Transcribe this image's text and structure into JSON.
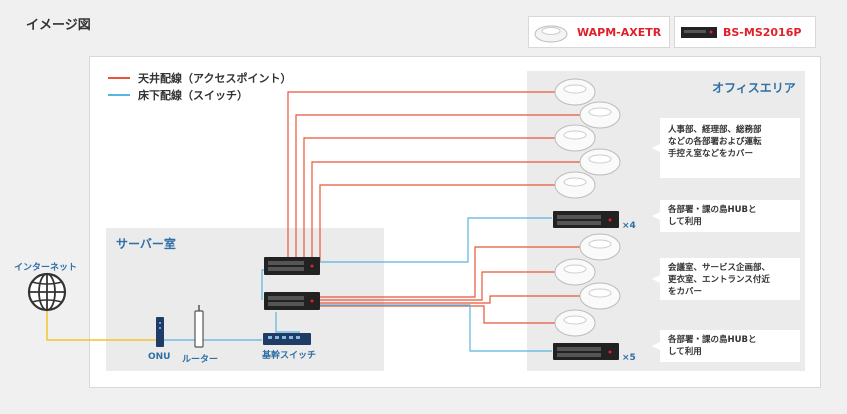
{
  "title": "イメージ図",
  "products": [
    {
      "name": "WAPM-AXETR"
    },
    {
      "name": "BS-MS2016P"
    }
  ],
  "legend": [
    {
      "label": "天井配線（アクセスポイント）",
      "color": "#e8553a"
    },
    {
      "label": "床下配線（スイッチ）",
      "color": "#5ab4e0"
    }
  ],
  "areas": {
    "office": "オフィスエリア",
    "server": "サーバー室"
  },
  "internet_label": "インターネット",
  "devices": {
    "onu": "ONU",
    "router": "ルーター",
    "core_switch": "基幹スイッチ"
  },
  "notes": [
    "人事部、経理部、総務部\nなどの各部署および運転\n手控え室などをカバー",
    "各部署・課の島HUBと\nして利用",
    "会議室、サービス企画部、\n更衣室、エントランス付近\nをカバー",
    "各部署・課の島HUBと\nして利用"
  ],
  "multipliers": [
    "×4",
    "×5"
  ],
  "colors": {
    "ceiling": "#e8553a",
    "floor": "#5ab4e0",
    "accent": "#2f6fa6",
    "brand": "#e0202a"
  }
}
